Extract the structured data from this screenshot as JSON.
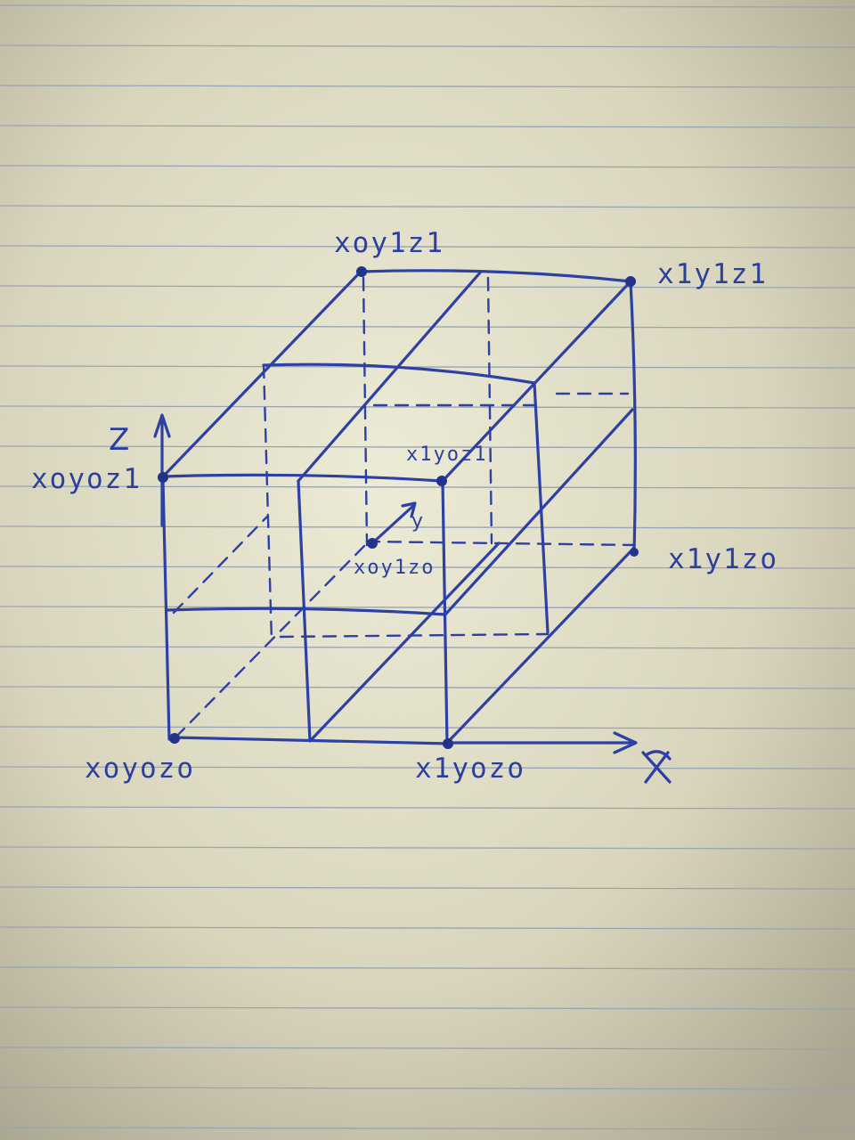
{
  "diagram": {
    "axes": {
      "z": "Z",
      "y": "y",
      "x": "X"
    },
    "vertices": {
      "x0y0z0": "xoyozo",
      "x1y0z0": "x1yozo",
      "x0y0z1": "xoyoz1",
      "x1y0z1": "x1yoz1",
      "x0y1z0": "xoy1zo",
      "x1y1z0": "x1y1zo",
      "x0y1z1": "xoy1z1",
      "x1y1z1": "x1y1z1"
    },
    "ink_color": "#2d40a3",
    "paper_color": "#dcd7be",
    "rule_color": "#9aa3b4"
  }
}
